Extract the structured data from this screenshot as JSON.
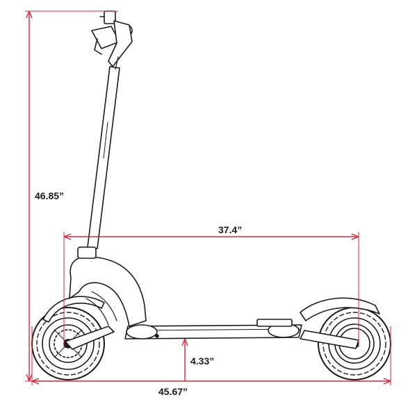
{
  "dimensions": {
    "overall_height": "46.85”",
    "wheelbase": "37.4”",
    "ground_clearance": "4.33”",
    "overall_length": "45.67”"
  },
  "colors": {
    "dimension_line": "#d7263d",
    "outline": "#1a1a1a",
    "background": "#ffffff"
  }
}
